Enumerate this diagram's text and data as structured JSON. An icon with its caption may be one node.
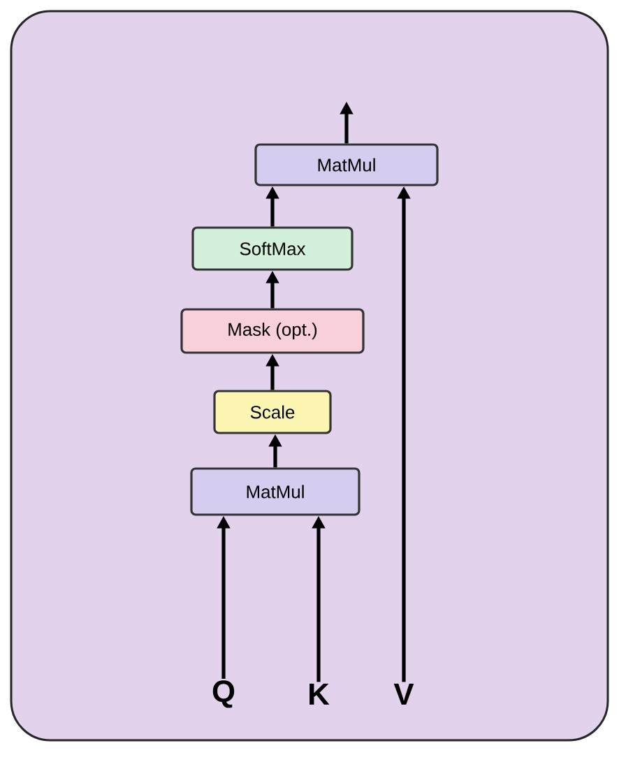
{
  "diagram": {
    "nodes": [
      {
        "text": [],
        "shape": "box"
      },
      {
        "text": [
          "MatMul"
        ],
        "in": 0
      },
      {
        "text": [
          "SoftMax"
        ],
        "in": 0
      },
      {
        "text": [
          "Mask (opt.)"
        ],
        "in": 0
      },
      {
        "text": [
          "Scale"
        ],
        "in": 0
      },
      {
        "text": [
          "MatMul"
        ],
        "in": 0
      },
      {
        "text": [
          "Q"
        ],
        "in": 0
      },
      {
        "text": [
          "K"
        ],
        "in": 0
      },
      {
        "text": [
          "V"
        ],
        "in": 0
      }
    ],
    "edges": [
      {
        "from": 6,
        "to": 5,
        "arrow": "to"
      },
      {
        "from": 7,
        "to": 5,
        "arrow": "to"
      },
      {
        "from": 8,
        "to": 1,
        "arrow": "to"
      },
      {
        "from": 5,
        "to": 4,
        "arrow": "to"
      },
      {
        "from": 4,
        "to": 3,
        "arrow": "to"
      },
      {
        "from": 3,
        "to": 2,
        "arrow": "to"
      },
      {
        "from": 2,
        "to": 1,
        "arrow": "to"
      },
      {
        "from": 1,
        "to": null,
        "arrow": "to"
      }
    ]
  }
}
